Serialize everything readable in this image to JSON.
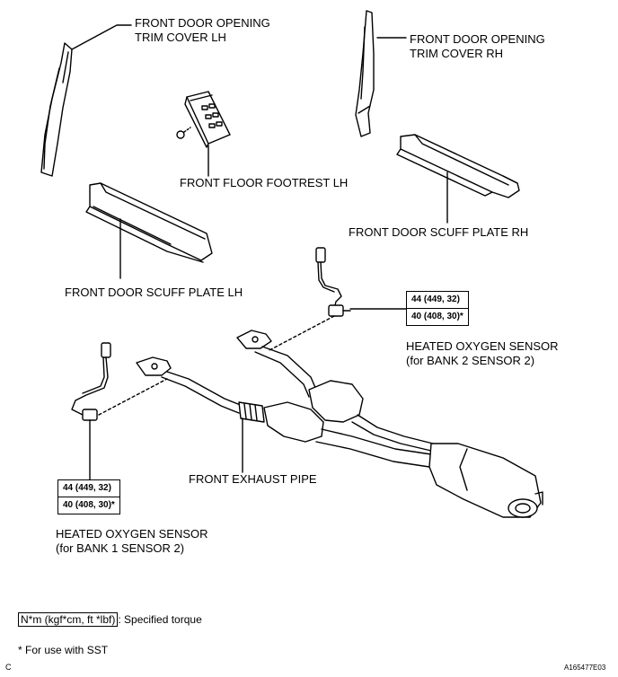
{
  "labels": {
    "trim_cover_lh_line1": "FRONT DOOR OPENING",
    "trim_cover_lh_line2": "TRIM COVER LH",
    "trim_cover_rh_line1": "FRONT DOOR OPENING",
    "trim_cover_rh_line2": "TRIM COVER RH",
    "footrest_lh": "FRONT FLOOR FOOTREST LH",
    "scuff_plate_rh": "FRONT DOOR SCUFF PLATE RH",
    "scuff_plate_lh": "FRONT DOOR SCUFF PLATE LH",
    "sensor_bank2_line1": "HEATED OXYGEN SENSOR",
    "sensor_bank2_line2": "(for BANK 2 SENSOR 2)",
    "sensor_bank1_line1": "HEATED OXYGEN SENSOR",
    "sensor_bank1_line2": "(for BANK 1 SENSOR 2)",
    "exhaust_pipe": "FRONT EXHAUST PIPE"
  },
  "torque_bank2": {
    "line1": "44 (449, 32)",
    "line2": "40 (408, 30)*"
  },
  "torque_bank1": {
    "line1": "44 (449, 32)",
    "line2": "40 (408, 30)*"
  },
  "legend": {
    "unit_box": "N*m (kgf*cm, ft *lbf)",
    "unit_text": ": Specified torque",
    "footnote": "* For use with SST"
  },
  "corner_left": "C",
  "corner_right": "A165477E03"
}
